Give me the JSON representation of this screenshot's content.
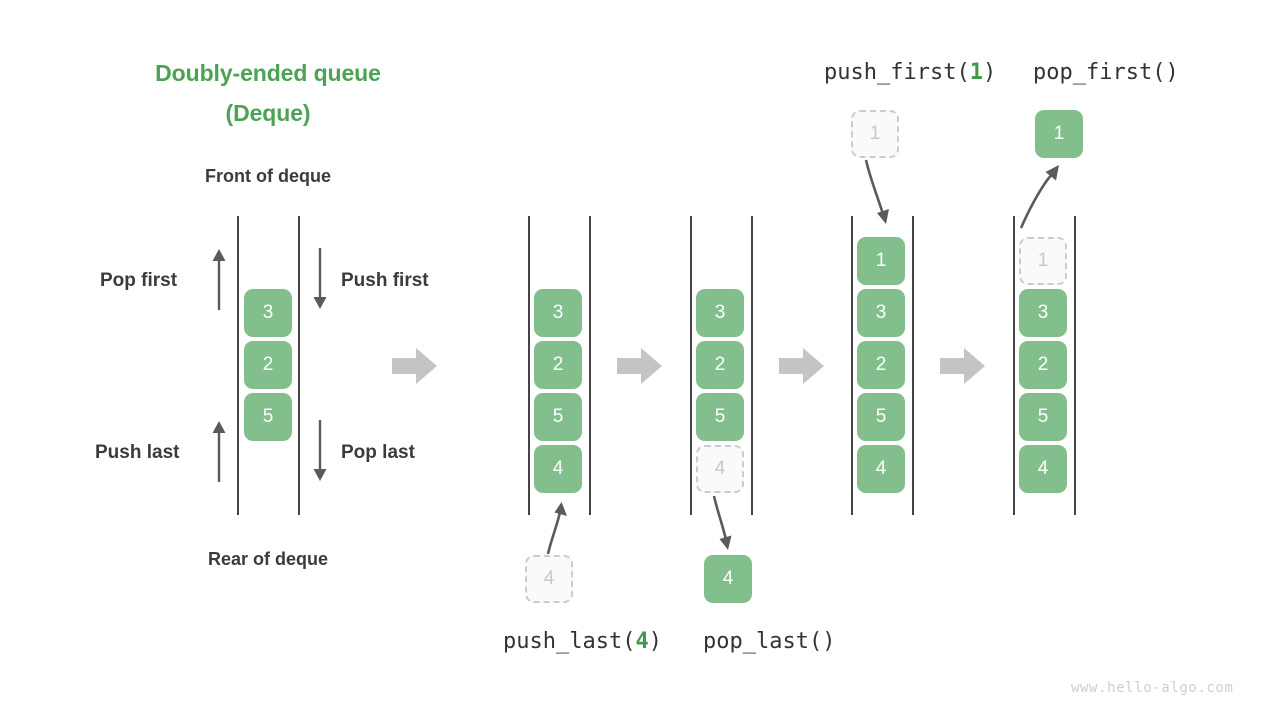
{
  "diagram": {
    "title_line1": "Doubly-ended queue",
    "title_line2": "(Deque)",
    "front_label": "Front of deque",
    "rear_label": "Rear of deque",
    "watermark": "www.hello-algo.com",
    "accent_green": "#4CA355",
    "box_green": "#82BF8C",
    "ghost_gray": "#cccccc",
    "arrow_gray": "#c8c8c8",
    "rail_color": "#444444"
  },
  "legend": {
    "pop_first": "Pop first",
    "push_first": "Push first",
    "push_last": "Push last",
    "pop_last": "Pop last"
  },
  "operations": {
    "push_last": {
      "name": "push_last",
      "open": "(",
      "arg": "4",
      "close": ")"
    },
    "pop_last": {
      "name": "pop_last",
      "open": "(",
      "arg": "",
      "close": ")"
    },
    "push_first": {
      "name": "push_first",
      "open": "(",
      "arg": "1",
      "close": ")"
    },
    "pop_first": {
      "name": "pop_first",
      "open": "(",
      "arg": "",
      "close": ")"
    }
  },
  "stages": [
    {
      "id": "initial",
      "caption": "",
      "items": [
        {
          "value": "3",
          "state": "solid"
        },
        {
          "value": "2",
          "state": "solid"
        },
        {
          "value": "5",
          "state": "solid"
        }
      ],
      "external": null
    },
    {
      "id": "after-push-last",
      "caption": "push_last(4)",
      "items": [
        {
          "value": "3",
          "state": "solid"
        },
        {
          "value": "2",
          "state": "solid"
        },
        {
          "value": "5",
          "state": "solid"
        },
        {
          "value": "4",
          "state": "solid"
        }
      ],
      "external": {
        "value": "4",
        "state": "ghost",
        "position": "below",
        "arrow": "up-into-deque"
      }
    },
    {
      "id": "after-pop-last",
      "caption": "pop_last()",
      "items": [
        {
          "value": "3",
          "state": "solid"
        },
        {
          "value": "2",
          "state": "solid"
        },
        {
          "value": "5",
          "state": "solid"
        },
        {
          "value": "4",
          "state": "ghost"
        }
      ],
      "external": {
        "value": "4",
        "state": "solid",
        "position": "below",
        "arrow": "down-out-of-deque"
      }
    },
    {
      "id": "after-push-first",
      "caption": "push_first(1)",
      "items": [
        {
          "value": "1",
          "state": "solid"
        },
        {
          "value": "3",
          "state": "solid"
        },
        {
          "value": "2",
          "state": "solid"
        },
        {
          "value": "5",
          "state": "solid"
        },
        {
          "value": "4",
          "state": "solid"
        }
      ],
      "external": {
        "value": "1",
        "state": "ghost",
        "position": "above",
        "arrow": "down-into-deque"
      }
    },
    {
      "id": "after-pop-first",
      "caption": "pop_first()",
      "items": [
        {
          "value": "1",
          "state": "ghost"
        },
        {
          "value": "3",
          "state": "solid"
        },
        {
          "value": "2",
          "state": "solid"
        },
        {
          "value": "5",
          "state": "solid"
        },
        {
          "value": "4",
          "state": "solid"
        }
      ],
      "external": {
        "value": "1",
        "state": "solid",
        "position": "above",
        "arrow": "up-out-of-deque"
      }
    }
  ]
}
